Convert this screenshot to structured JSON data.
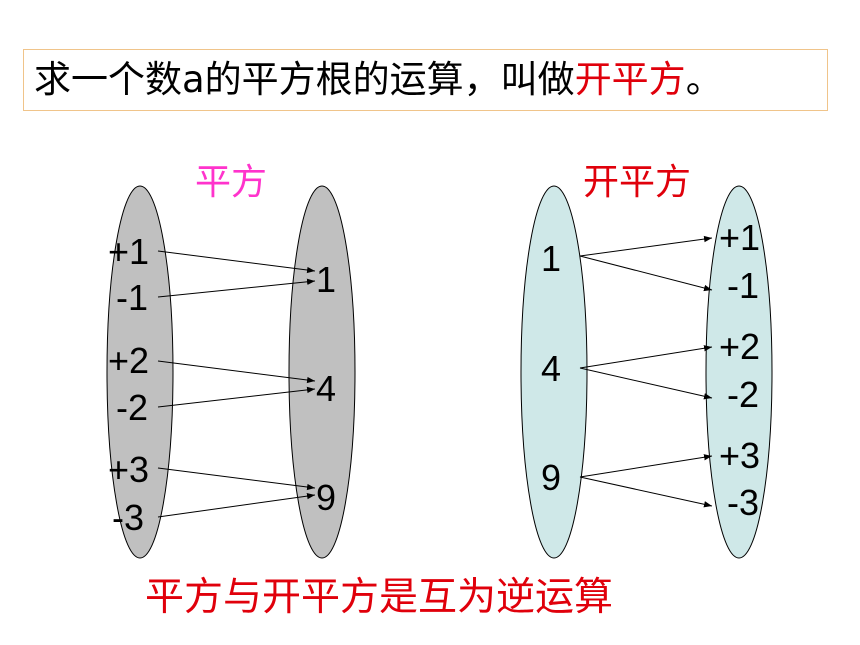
{
  "headline": {
    "prefix": "求一个数a的平方根的运算，叫做",
    "highlight": "开平方",
    "suffix": "。"
  },
  "square_label": "平方",
  "sqrt_label": "开平方",
  "bottom_text": "平方与开平方是互为逆运算",
  "colors": {
    "gray_ellipse": "#c0c0c0",
    "blue_ellipse": "#cfe8e8",
    "red_text": "#e0000b",
    "magenta_text": "#ff33cc",
    "border": "#f0c48a"
  },
  "square_diagram": {
    "left": [
      "+1",
      "-1",
      "+2",
      "-2",
      "+3",
      "-3"
    ],
    "right": [
      "1",
      "4",
      "9"
    ]
  },
  "sqrt_diagram": {
    "left": [
      "1",
      "4",
      "9"
    ],
    "right": [
      "+1",
      "-1",
      "+2",
      "-2",
      "+3",
      "-3"
    ]
  }
}
